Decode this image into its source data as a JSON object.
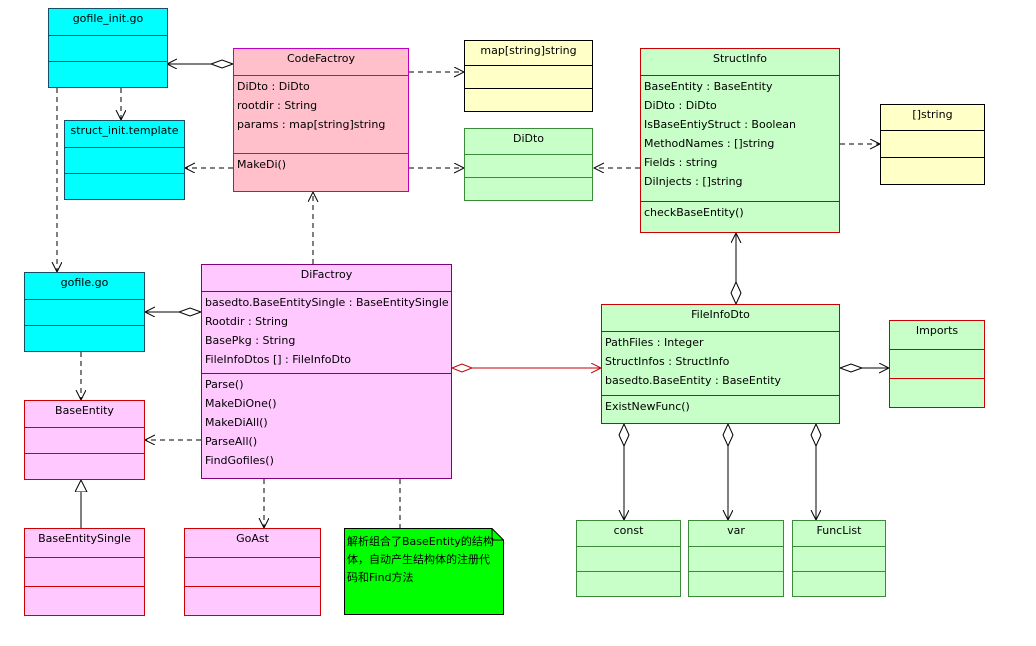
{
  "classes": {
    "gofile_init": {
      "name": "gofile_init.go"
    },
    "struct_init": {
      "name": "struct_init.template"
    },
    "gofile": {
      "name": "gofile.go"
    },
    "baseentity": {
      "name": "BaseEntity"
    },
    "baseentitysingle": {
      "name": "BaseEntitySingle"
    },
    "codefactroy": {
      "name": "CodeFactroy",
      "attributes": [
        "DiDto : DiDto",
        "rootdir : String",
        "params : map[string]string"
      ],
      "operations": [
        "MakeDi()"
      ]
    },
    "mapstring": {
      "name": "map[string]string"
    },
    "didto": {
      "name": "DiDto"
    },
    "structinfo": {
      "name": "StructInfo",
      "attributes": [
        "BaseEntity : BaseEntity",
        "DiDto : DiDto",
        "IsBaseEntiyStruct : Boolean",
        "MethodNames : []string",
        "Fields : string",
        "DiInjects : []string"
      ],
      "operations": [
        "checkBaseEntity()"
      ]
    },
    "strslice": {
      "name": "[]string"
    },
    "difactroy": {
      "name": "DiFactroy",
      "attributes": [
        "basedto.BaseEntitySingle : BaseEntitySingle",
        "Rootdir : String",
        "BasePkg : String",
        "FileInfoDtos [] : FileInfoDto"
      ],
      "operations": [
        "Parse()",
        "MakeDiOne()",
        "MakeDiAll()",
        "ParseAll()",
        "FindGofiles()"
      ]
    },
    "fileinfodto": {
      "name": "FileInfoDto",
      "attributes": [
        "PathFiles : Integer",
        "StructInfos : StructInfo",
        "basedto.BaseEntity : BaseEntity"
      ],
      "operations": [
        "ExistNewFunc()"
      ]
    },
    "imports": {
      "name": "Imports"
    },
    "goast": {
      "name": "GoAst"
    },
    "const": {
      "name": "const"
    },
    "var": {
      "name": "var"
    },
    "funclist": {
      "name": "FuncList"
    }
  },
  "note": {
    "text": "解析组合了BaseEntity的结构体，自动产生结构体的注册代码和Find方法"
  },
  "colors": {
    "cyan": "#00ffff",
    "pink": "#ffc0cb",
    "magenta": "#ffc8ff",
    "green": "#c8ffc8",
    "yellow": "#ffffc8",
    "note": "#00ff00"
  }
}
